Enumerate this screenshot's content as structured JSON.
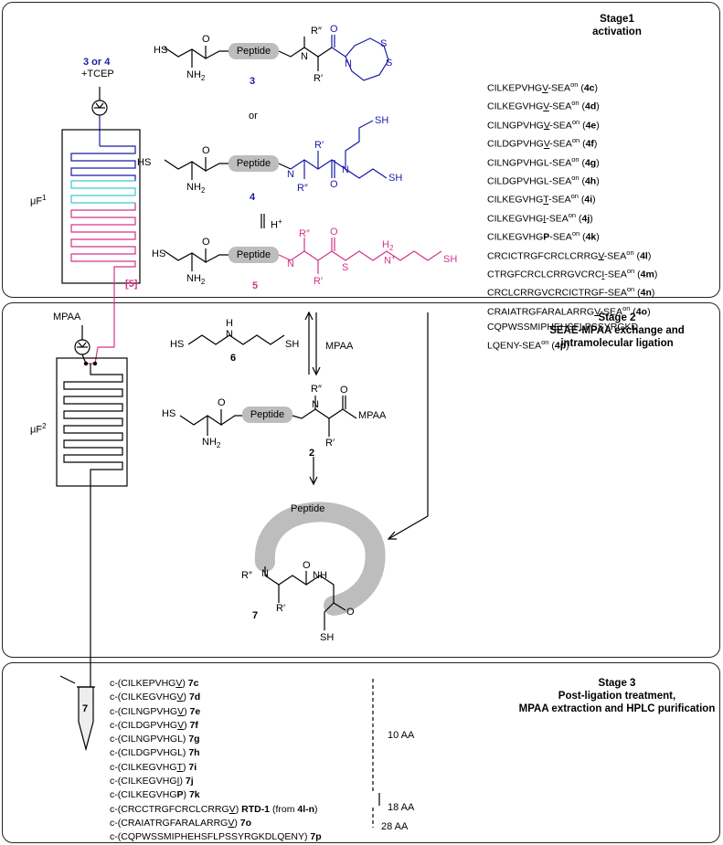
{
  "stage1": {
    "title": "Stage1",
    "subtitle": "activation"
  },
  "stage2": {
    "title": "Stage 2",
    "subtitle_line1": "SEAE-MPAA exchange and",
    "subtitle_line2": "intramolecular ligation"
  },
  "stage3": {
    "title": "Stage 3",
    "subtitle_line1": "Post-ligation treatment,",
    "subtitle_line2": "MPAA extraction and HPLC purification"
  },
  "reactor1": {
    "input": "3 or 4",
    "reagent": "+TCEP",
    "label": "μF",
    "sup": "1",
    "output": "[5]"
  },
  "reactor2": {
    "reagent": "MPAA",
    "label": "μF",
    "sup": "2",
    "tube": "7"
  },
  "structures": {
    "peptide": "Peptide",
    "c3": "3",
    "or": "or",
    "c4": "4",
    "c5": "5",
    "c6": "6",
    "c2": "2",
    "c7": "7",
    "hplus": "H",
    "mpaa_arrow": "MPAA",
    "mpaa_group": "MPAA",
    "hs": "HS",
    "sh": "SH",
    "nh2": "NH",
    "n": "N",
    "h": "H",
    "o": "O",
    "s": "S",
    "rpp": "R″",
    "rp": "R′",
    "nh": "NH"
  },
  "sequences": [
    {
      "pre": "CILKEPVHG",
      "ul": "V",
      "post": "-SEA",
      "sup": "on",
      "id": "4c"
    },
    {
      "pre": "CILKEGVHG",
      "ul": "V",
      "post": "-SEA",
      "sup": "on",
      "id": "4d"
    },
    {
      "pre": "CILNGPVHG",
      "ul": "V",
      "post": "-SEA",
      "sup": "on",
      "id": "4e"
    },
    {
      "pre": "CILDGPVHG",
      "ul": "V",
      "post": "-SEA",
      "sup": "on",
      "id": "4f"
    },
    {
      "pre": "CILNGPVHGL",
      "ul": "",
      "post": "-SEA",
      "sup": "on",
      "id": "4g"
    },
    {
      "pre": "CILDGPVHGL",
      "ul": "",
      "post": "-SEA",
      "sup": "on",
      "id": "4h"
    },
    {
      "pre": "CILKEGVHG",
      "ul": "T",
      "post": "-SEA",
      "sup": "on",
      "id": "4i"
    },
    {
      "pre": "CILKEGVHG",
      "ul": "I",
      "post": "-SEA",
      "sup": "on",
      "id": "4j"
    },
    {
      "pre": "CILKEGVHG",
      "ul": "",
      "bold": "P",
      "post": "-SEA",
      "sup": "on",
      "id": "4k"
    },
    {
      "pre": "CRCICTRGFCRCLCRRG",
      "ul": "V",
      "post": "-SEA",
      "sup": "on",
      "id": "4l"
    },
    {
      "pre": "CTRGFCRCLCRRGVCRC",
      "ul": "I",
      "post": "-SEA",
      "sup": "on",
      "id": "4m"
    },
    {
      "pre": "CRCLCRRGVCRCICTRGF-SEA",
      "ul": "",
      "post": "",
      "sup": "on",
      "id": "4n"
    },
    {
      "pre": "CRAIATRGFARALARRG",
      "ul": "V",
      "post": "-SEA",
      "sup": "on",
      "id": "4o"
    },
    {
      "pre": "CQPWSSMIPHEHSFLPSSYRGKD",
      "ul": "",
      "post": "",
      "sup": "",
      "id": ""
    },
    {
      "pre": "LQENY-SEA",
      "ul": "",
      "post": "",
      "sup": "on",
      "id": "4p"
    }
  ],
  "products": [
    {
      "pre": "c-(CILKEPVHG",
      "ul": "V",
      "post": ") ",
      "id": "7c"
    },
    {
      "pre": "c-(CILKEGVHG",
      "ul": "V",
      "post": ") ",
      "id": "7d"
    },
    {
      "pre": "c-(CILNGPVHG",
      "ul": "V",
      "post": ") ",
      "id": "7e"
    },
    {
      "pre": "c-(CILDGPVHG",
      "ul": "V",
      "post": ") ",
      "id": "7f"
    },
    {
      "pre": "c-(CILNGPVHGL) ",
      "ul": "",
      "post": "",
      "id": "7g"
    },
    {
      "pre": "c-(CILDGPVHGL) ",
      "ul": "",
      "post": "",
      "id": "7h"
    },
    {
      "pre": "c-(CILKEGVHG",
      "ul": "T",
      "post": ") ",
      "id": "7i"
    },
    {
      "pre": "c-(CILKEGVHG",
      "ul": "I",
      "post": ") ",
      "id": "7j"
    },
    {
      "pre": "c-(CILKEGVHG",
      "ul": "",
      "bold": "P",
      "post": ") ",
      "id": "7k"
    },
    {
      "pre": "c-(CRC",
      "ul": "",
      "pre2": "CTRGFCRCLCRRG",
      "ul2": "V",
      "post": ") ",
      "id": "RTD-1",
      "tail": " (from ",
      "tailbold": "4l-n",
      "tailend": ")"
    },
    {
      "pre": "c-(CRAIATRGFARALARRG",
      "ul": "V",
      "post": ") ",
      "id": "7o"
    },
    {
      "pre": "c-(CQPWSSMIPHEHSFLPSSYRGKDLQENY) ",
      "ul": "",
      "post": "",
      "id": "7p"
    }
  ],
  "sizes": {
    "a": "10 AA",
    "b": "18 AA",
    "c": "28 AA"
  },
  "colors": {
    "blue": "#1a1aa8",
    "magenta": "#d6338a",
    "cyan": "#3cc6d4",
    "grey": "#bdbdbd"
  }
}
